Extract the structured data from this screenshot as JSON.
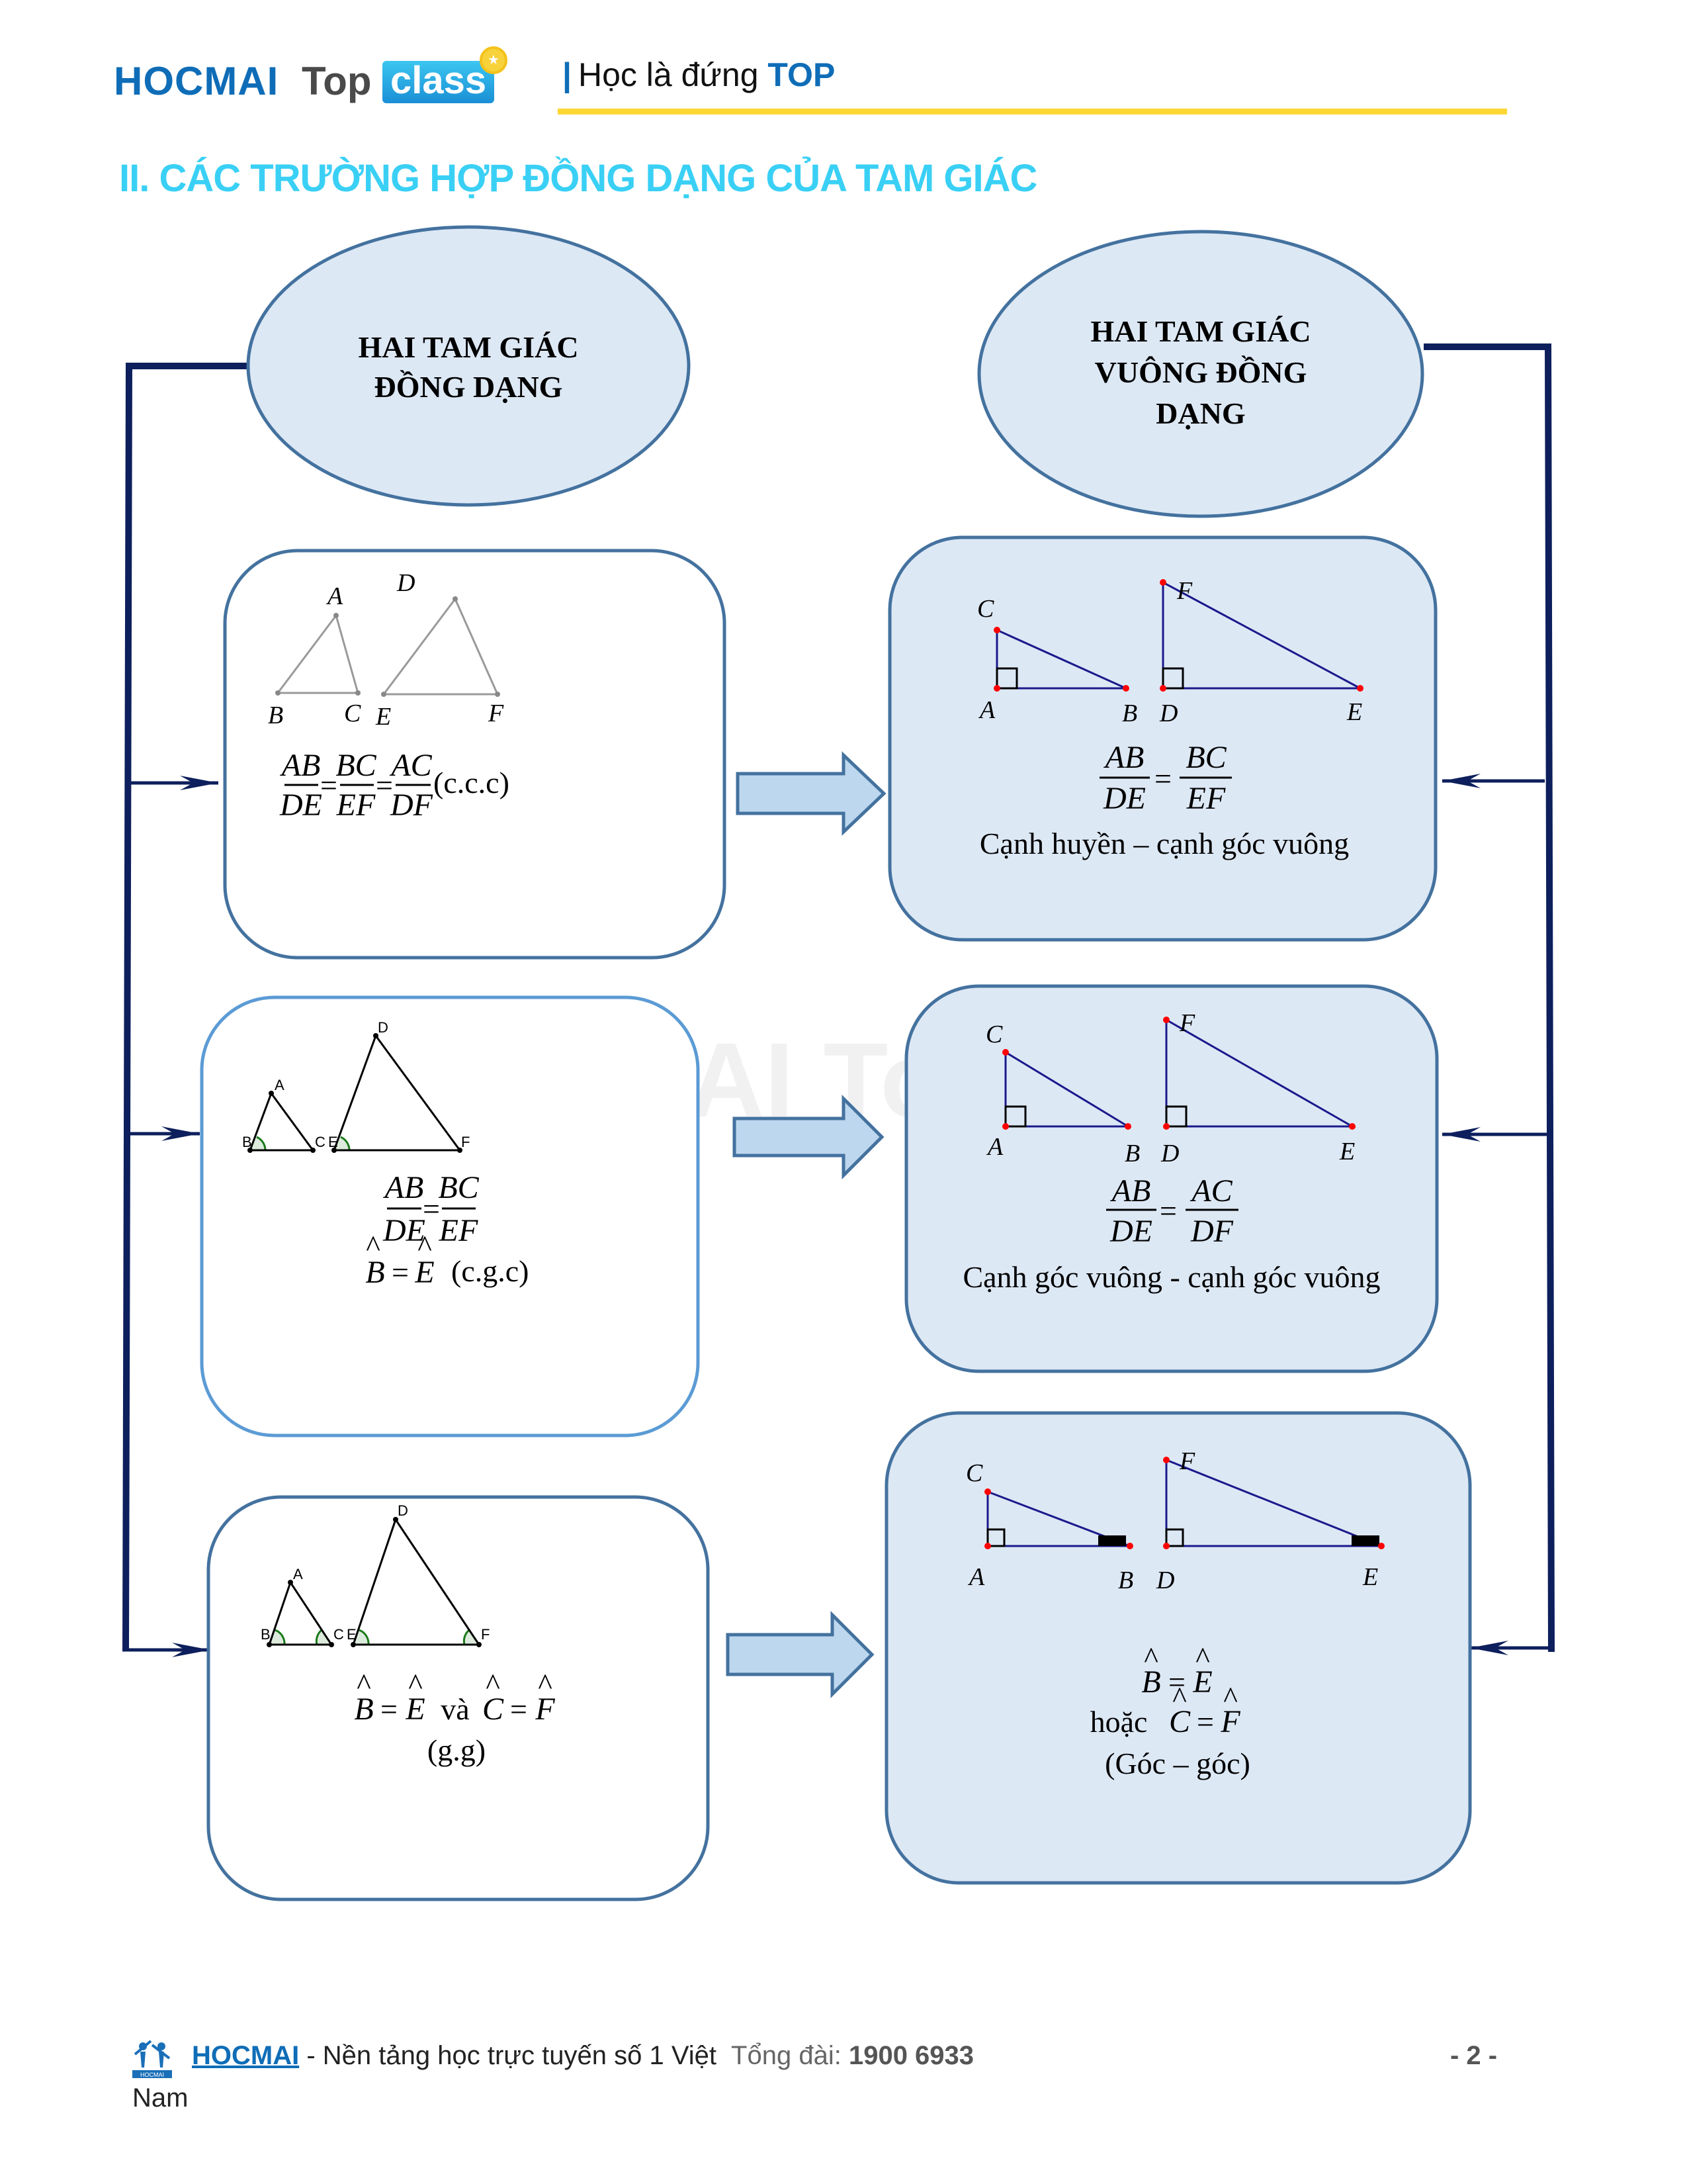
{
  "header": {
    "logo_hocmai": "HOCMAI",
    "logo_top": "Top",
    "logo_class": "class",
    "tagline_bar": "|",
    "tagline_text": "Học là đứng",
    "tagline_top": "TOP"
  },
  "section_title": "II. CÁC TRƯỜNG HỢP ĐỒNG DẠNG CỦA TAM GIÁC",
  "watermark": "AI To",
  "left_root": {
    "line1": "HAI TAM GIÁC",
    "line2": "ĐỒNG DẠNG"
  },
  "right_root": {
    "line1": "HAI TAM GIÁC",
    "line2": "VUÔNG ĐỒNG",
    "line3": "DẠNG"
  },
  "left_cases": [
    {
      "labels": {
        "A": "A",
        "B": "B",
        "C": "C",
        "D": "D",
        "E": "E",
        "F": "F"
      },
      "fractions": [
        {
          "num": "AB",
          "den": "DE"
        },
        {
          "num": "BC",
          "den": "EF"
        },
        {
          "num": "AC",
          "den": "DF"
        }
      ],
      "equals": "=",
      "rule": "(c.c.c)"
    },
    {
      "labels": {
        "A": "A",
        "B": "B",
        "C": "C",
        "D": "D",
        "E": "E",
        "F": "F"
      },
      "fractions": [
        {
          "num": "AB",
          "den": "DE"
        },
        {
          "num": "BC",
          "den": "EF"
        }
      ],
      "equals": "=",
      "angle_eq": {
        "left": "B",
        "right": "E"
      },
      "rule": "(c.g.c)"
    },
    {
      "labels": {
        "A": "A",
        "B": "B",
        "C": "C",
        "D": "D",
        "E": "E",
        "F": "F"
      },
      "angle_eq1": {
        "left": "B",
        "right": "E"
      },
      "conj": "và",
      "angle_eq2": {
        "left": "C",
        "right": "F"
      },
      "equals": "=",
      "rule": "(g.g)"
    }
  ],
  "right_cases": [
    {
      "labels": {
        "A": "A",
        "B": "B",
        "C": "C",
        "D": "D",
        "E": "E",
        "F": "F"
      },
      "fractions": [
        {
          "num": "AB",
          "den": "DE"
        },
        {
          "num": "BC",
          "den": "EF"
        }
      ],
      "equals": "=",
      "rule": "Cạnh huyền – cạnh góc vuông"
    },
    {
      "labels": {
        "A": "A",
        "B": "B",
        "C": "C",
        "D": "D",
        "E": "E",
        "F": "F"
      },
      "fractions": [
        {
          "num": "AB",
          "den": "DE"
        },
        {
          "num": "AC",
          "den": "DF"
        }
      ],
      "equals": "=",
      "rule": "Cạnh góc vuông - cạnh góc vuông"
    },
    {
      "labels": {
        "A": "A",
        "B": "B",
        "C": "C",
        "D": "D",
        "E": "E",
        "F": "F"
      },
      "angle_eq1": {
        "left": "B",
        "right": "E"
      },
      "conj": "hoặc",
      "angle_eq2": {
        "left": "C",
        "right": "F"
      },
      "equals": "=",
      "rule": "(Góc – góc)"
    }
  ],
  "footer": {
    "logo_text": "HOCMAI",
    "brand": "HOCMAI",
    "description": " - Nền tảng học trực tuyến số 1 Việt",
    "phone_label": "Tổng đài:",
    "phone": "1900 6933",
    "description_cont": "Nam",
    "page_number": "- 2 -"
  },
  "colors": {
    "title": "#3ad0f5",
    "brand_blue": "#0f6db7",
    "rule_yellow": "#fdd835",
    "connector_navy": "#0d1f5c",
    "box_border": "#44729f",
    "box_fill": "#dde8f5",
    "arrow_fill": "#bdd7ee",
    "right_triangle_stroke": "#1a1a8c",
    "vertex_red": "#ff0000",
    "angle_green": "#1a7a1a"
  }
}
